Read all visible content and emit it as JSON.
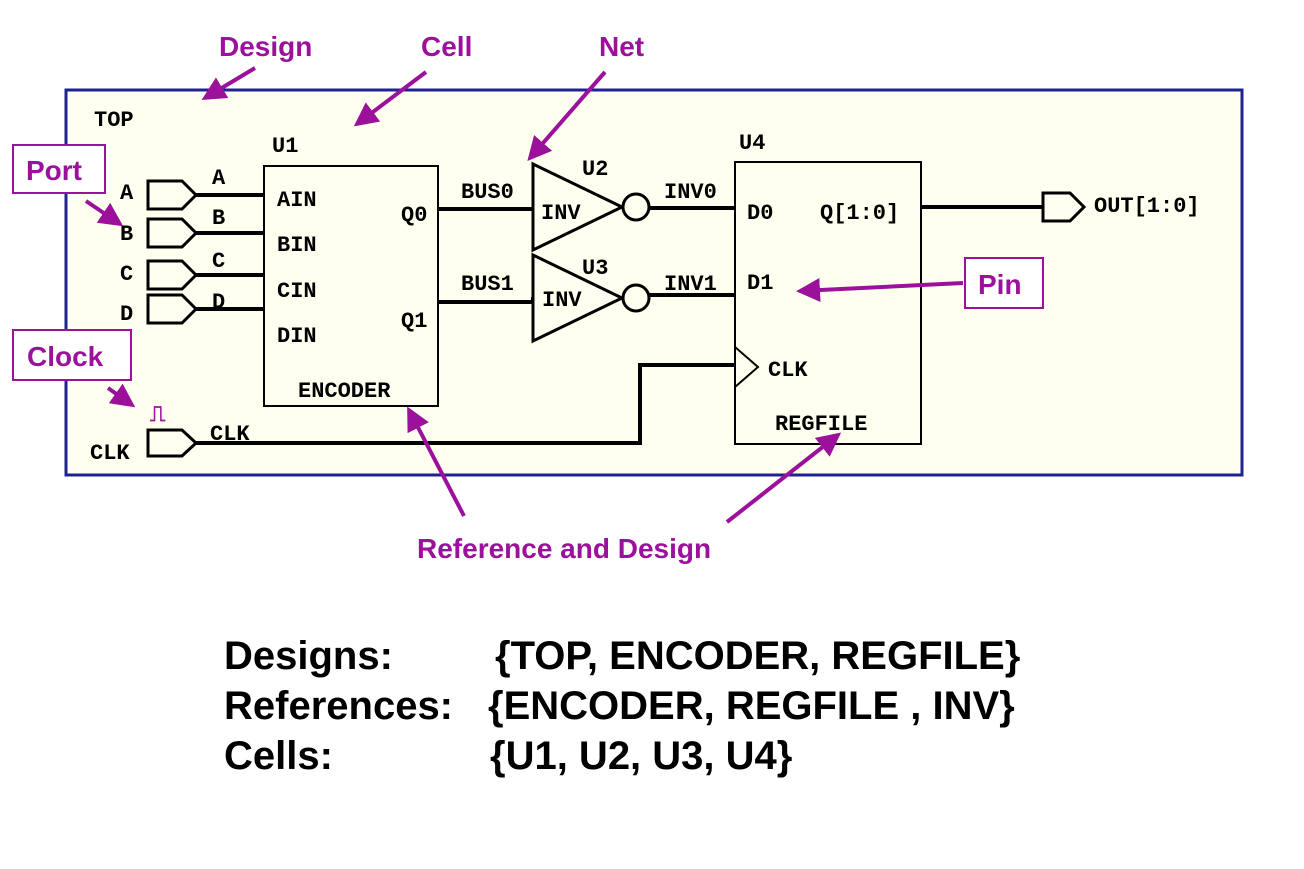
{
  "callouts": {
    "design": "Design",
    "cell": "Cell",
    "net": "Net",
    "port": "Port",
    "clock": "Clock",
    "pin": "Pin",
    "reference_and_design": "Reference and Design"
  },
  "schematic": {
    "top_label": "TOP",
    "inputs": [
      "A",
      "B",
      "C",
      "D"
    ],
    "input_nets": [
      "A",
      "B",
      "C",
      "D"
    ],
    "clk_port": "CLK",
    "clk_net": "CLK",
    "clock_symbol": "⎍",
    "u1": {
      "name": "U1",
      "pins_in": [
        "AIN",
        "BIN",
        "CIN",
        "DIN"
      ],
      "pins_out": [
        "Q0",
        "Q1"
      ],
      "ref": "ENCODER"
    },
    "u2": {
      "name": "U2",
      "ref": "INV"
    },
    "u3": {
      "name": "U3",
      "ref": "INV"
    },
    "u4": {
      "name": "U4",
      "pins_in": [
        "D0",
        "D1"
      ],
      "clk_pin": "CLK",
      "out_pin": "Q[1:0]",
      "ref": "REGFILE"
    },
    "nets": {
      "bus0": "BUS0",
      "bus1": "BUS1",
      "inv0": "INV0",
      "inv1": "INV1"
    },
    "output_port": "OUT[1:0]"
  },
  "legend": {
    "designs_label": "Designs:",
    "designs_value": "{TOP, ENCODER, REGFILE}",
    "references_label": "References:",
    "references_value": "{ENCODER, REGFILE , INV}",
    "cells_label": "Cells:",
    "cells_value": "{U1, U2, U3, U4}"
  },
  "colors": {
    "accent": "#9b119b",
    "design_border": "#1f2391",
    "design_fill": "#fffff0"
  }
}
